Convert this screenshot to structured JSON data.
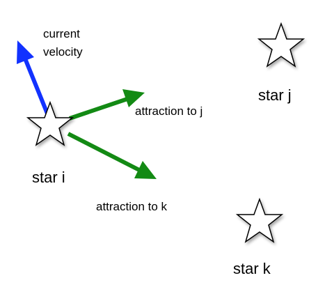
{
  "labels": {
    "velocity_line1": "current",
    "velocity_line2": "velocity",
    "attraction_j": "attraction to j",
    "attraction_k": "attraction to k",
    "star_i": "star i",
    "star_j": "star j",
    "star_k": "star k"
  },
  "colors": {
    "velocity_arrow": "#1232ff",
    "attraction_arrow": "#138a14",
    "star_fill": "#ffffff",
    "star_stroke": "#000000",
    "text": "#000000"
  },
  "icons": {
    "star": "star-outline",
    "arrow": "arrow-head-filled"
  }
}
